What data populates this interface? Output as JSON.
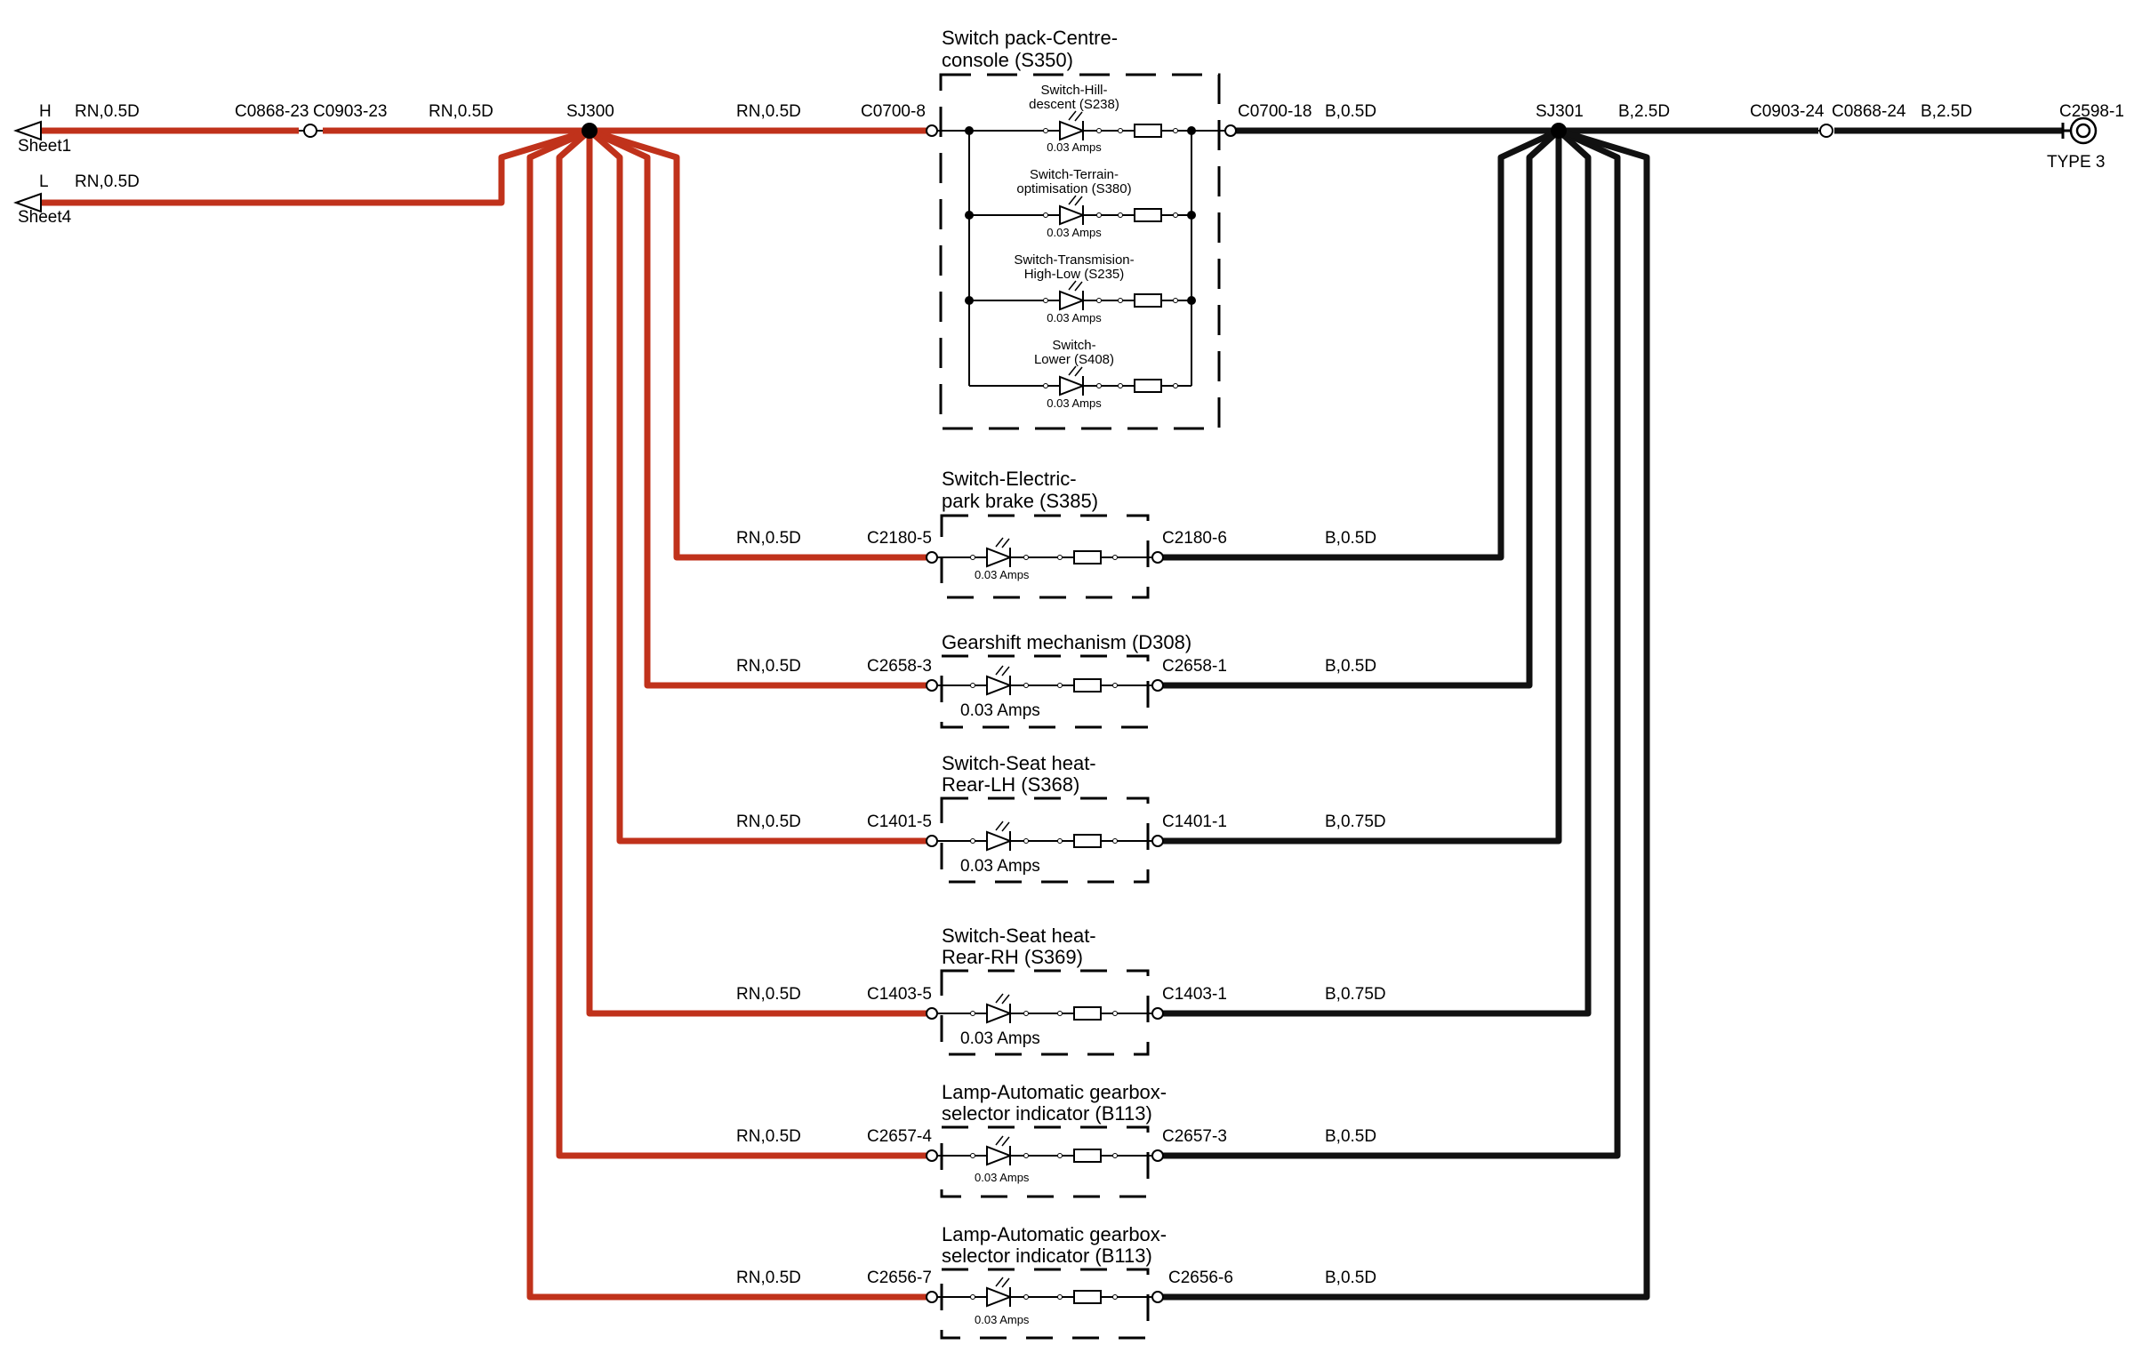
{
  "colors": {
    "red_wire": "#C0321B",
    "black_wire": "#111111",
    "background": "#ffffff"
  },
  "left_inputs": [
    {
      "terminal": "H",
      "sheet": "Sheet1",
      "wire": "RN,0.5D"
    },
    {
      "terminal": "L",
      "sheet": "Sheet4",
      "wire": "RN,0.5D"
    }
  ],
  "top_line": {
    "connector_left": "C0868-23",
    "connector_right": "C0903-23",
    "wire_after_connector": "RN,0.5D",
    "splice_left": "SJ300",
    "wire_to_pack": "RN,0.5D",
    "pack_in": "C0700-8",
    "pack_out": "C0700-18",
    "wire_from_pack": "B,0.5D",
    "splice_right": "SJ301",
    "ground_wire": "B,2.5D",
    "ground_connector_left": "C0903-24",
    "ground_connector_right": "C0868-24",
    "ground_wire_2": "B,2.5D",
    "ground_point": "C2598-1",
    "ground_type": "TYPE 3"
  },
  "switch_pack": {
    "title_line1": "Switch pack-Centre-",
    "title_line2": "console (S350)",
    "switches": [
      {
        "line1": "Switch-Hill-",
        "line2": "descent (S238)",
        "amps": "0.03 Amps"
      },
      {
        "line1": "Switch-Terrain-",
        "line2": "optimisation (S380)",
        "amps": "0.03 Amps"
      },
      {
        "line1": "Switch-Transmision-",
        "line2": "High-Low (S235)",
        "amps": "0.03 Amps"
      },
      {
        "line1": "Switch-",
        "line2": "Lower (S408)",
        "amps": "0.03 Amps"
      }
    ]
  },
  "components": [
    {
      "title_line1": "Switch-Electric-",
      "title_line2": "park brake (S385)",
      "wire_in": "RN,0.5D",
      "conn_in": "C2180-5",
      "conn_out": "C2180-6",
      "wire_out": "B,0.5D",
      "amps": "0.03 Amps"
    },
    {
      "title_line1": "Gearshift mechanism (D308)",
      "title_line2": "",
      "wire_in": "RN,0.5D",
      "conn_in": "C2658-3",
      "conn_out": "C2658-1",
      "wire_out": "B,0.5D",
      "amps": "0.03 Amps"
    },
    {
      "title_line1": "Switch-Seat heat-",
      "title_line2": "Rear-LH (S368)",
      "wire_in": "RN,0.5D",
      "conn_in": "C1401-5",
      "conn_out": "C1401-1",
      "wire_out": "B,0.75D",
      "amps": "0.03 Amps"
    },
    {
      "title_line1": "Switch-Seat heat-",
      "title_line2": "Rear-RH (S369)",
      "wire_in": "RN,0.5D",
      "conn_in": "C1403-5",
      "conn_out": "C1403-1",
      "wire_out": "B,0.75D",
      "amps": "0.03 Amps"
    },
    {
      "title_line1": "Lamp-Automatic gearbox-",
      "title_line2": "selector indicator (B113)",
      "wire_in": "RN,0.5D",
      "conn_in": "C2657-4",
      "conn_out": "C2657-3",
      "wire_out": "B,0.5D",
      "amps": "0.03 Amps"
    },
    {
      "title_line1": "Lamp-Automatic gearbox-",
      "title_line2": "selector indicator (B113)",
      "wire_in": "RN,0.5D",
      "conn_in": "C2656-7",
      "conn_out": "C2656-6",
      "wire_out": "B,0.5D",
      "amps": "0.03 Amps"
    }
  ]
}
